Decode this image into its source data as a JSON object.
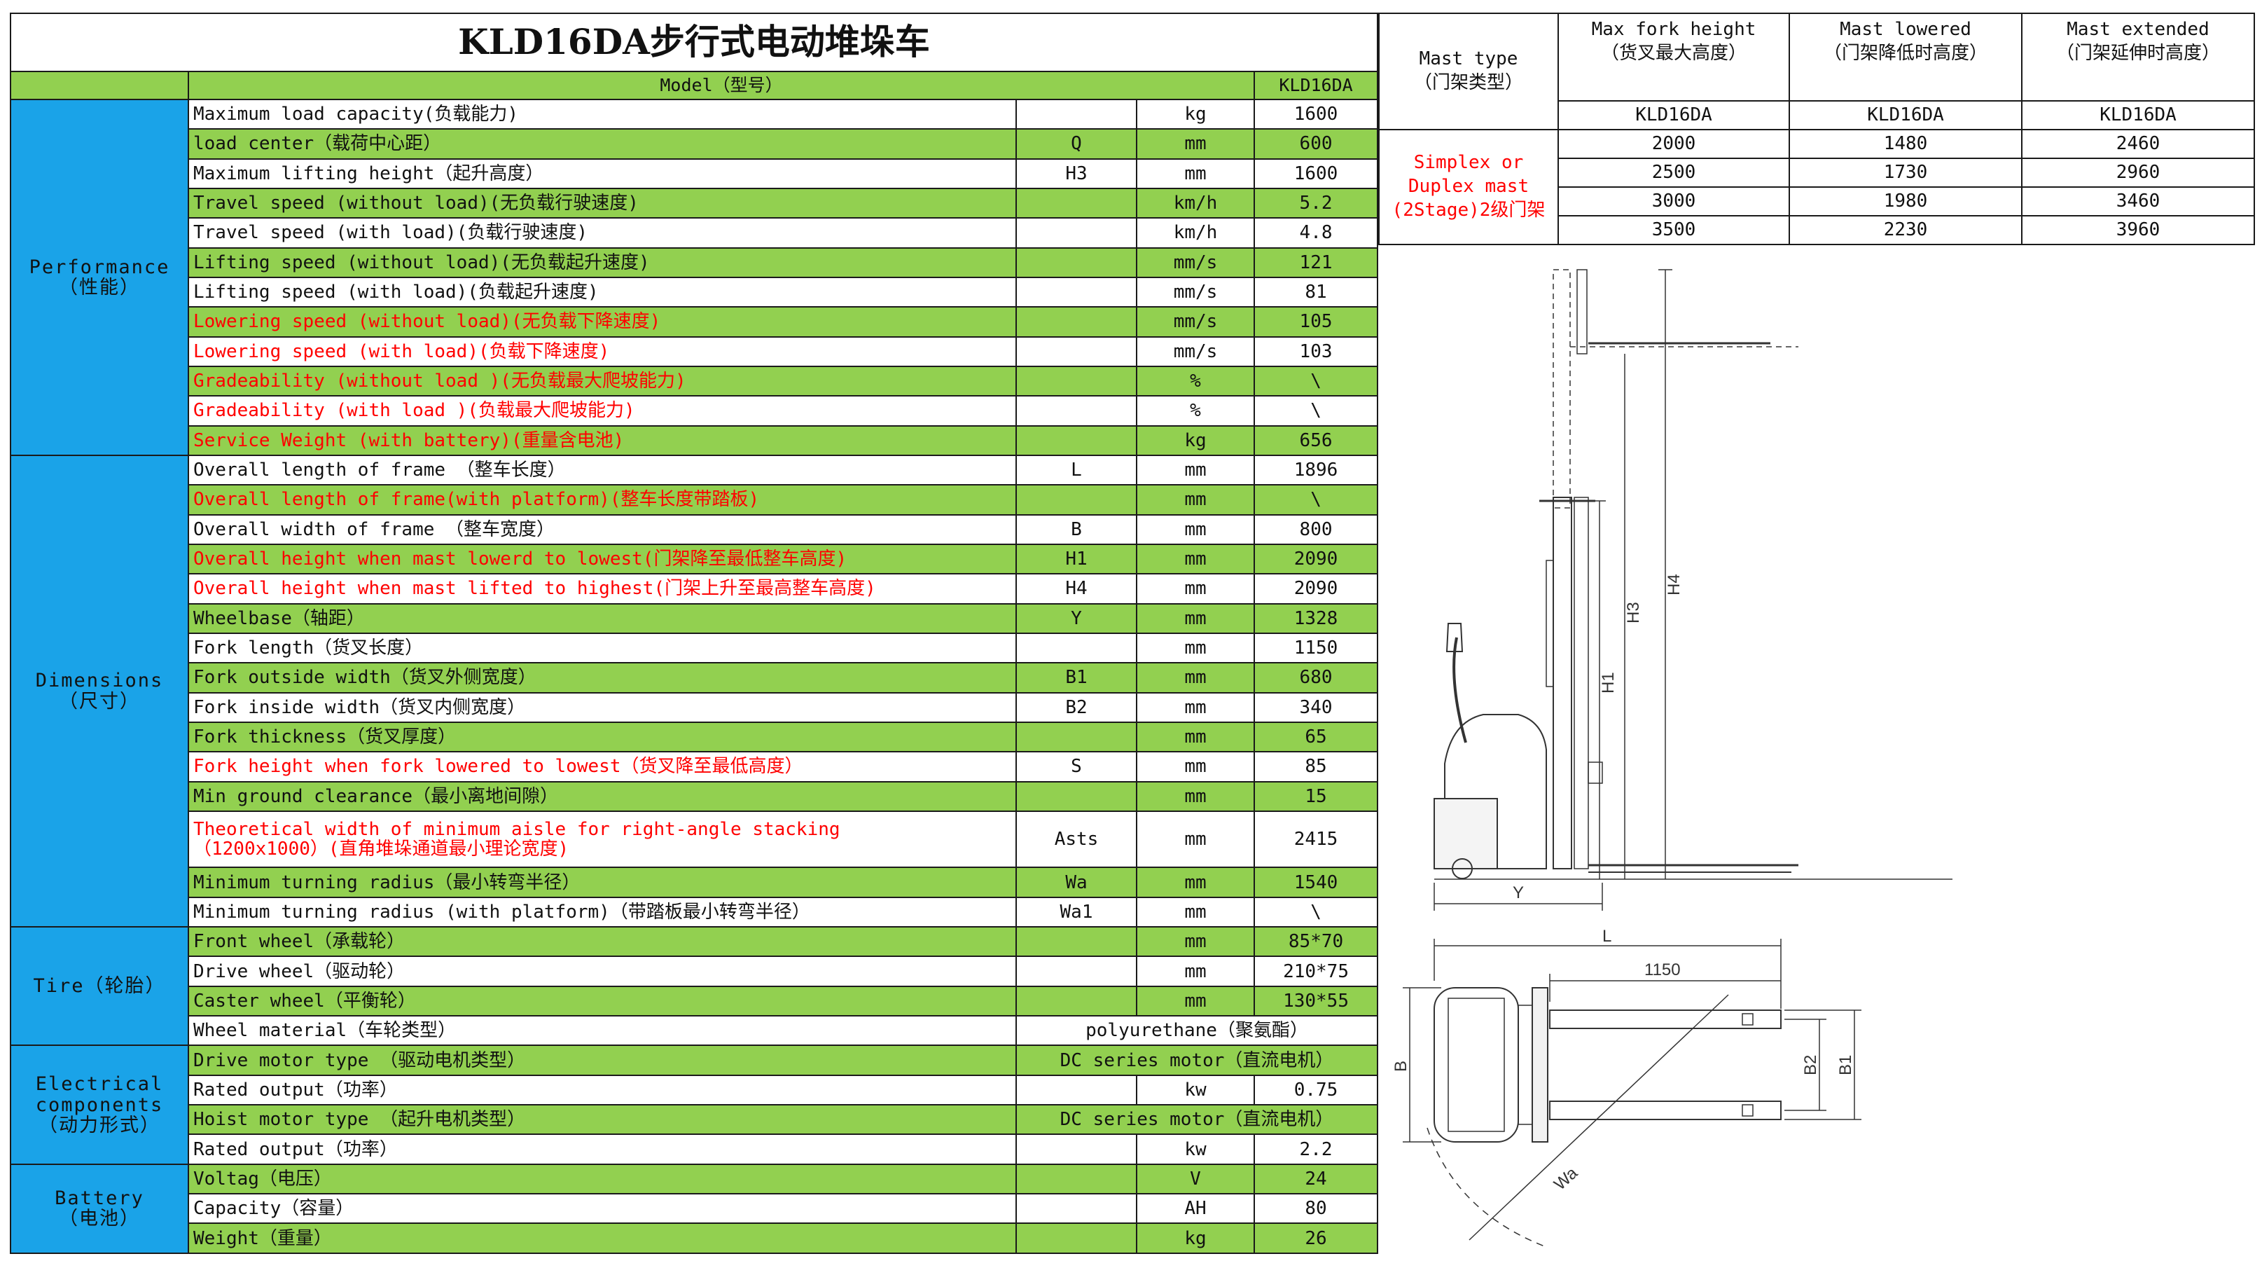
{
  "title": "KLD16DA步行式电动堆垛车",
  "model_row": {
    "label": "Model（型号）",
    "value": "KLD16DA"
  },
  "sections": [
    {
      "category": "Performance\n（性能）",
      "rows": [
        {
          "label": "Maximum load capacity(负载能力)",
          "symbol": "",
          "unit": "kg",
          "value": "1600",
          "red": false,
          "bg": "white"
        },
        {
          "label": "load center（载荷中心距）",
          "symbol": "Q",
          "unit": "mm",
          "value": "600",
          "red": false,
          "bg": "green"
        },
        {
          "label": "Maximum lifting height（起升高度）",
          "symbol": "H3",
          "unit": "mm",
          "value": "1600",
          "red": false,
          "bg": "white"
        },
        {
          "label": "Travel speed (without load)(无负载行驶速度)",
          "symbol": "",
          "unit": "km/h",
          "value": "5.2",
          "red": false,
          "bg": "green"
        },
        {
          "label": "Travel speed (with load)(负载行驶速度)",
          "symbol": "",
          "unit": "km/h",
          "value": "4.8",
          "red": false,
          "bg": "white"
        },
        {
          "label": "Lifting speed (without load)(无负载起升速度)",
          "symbol": "",
          "unit": "mm/s",
          "value": "121",
          "red": false,
          "bg": "green"
        },
        {
          "label": "Lifting speed (with load)(负载起升速度)",
          "symbol": "",
          "unit": "mm/s",
          "value": "81",
          "red": false,
          "bg": "white"
        },
        {
          "label": "Lowering speed (without load)(无负载下降速度)",
          "symbol": "",
          "unit": "mm/s",
          "value": "105",
          "red": true,
          "bg": "green"
        },
        {
          "label": "Lowering speed (with load)(负载下降速度)",
          "symbol": "",
          "unit": "mm/s",
          "value": "103",
          "red": true,
          "bg": "white"
        },
        {
          "label": "Gradeability (without load )(无负载最大爬坡能力)",
          "symbol": "",
          "unit": "%",
          "value": "\\",
          "red": true,
          "bg": "green"
        },
        {
          "label": "Gradeability (with load )(负载最大爬坡能力)",
          "symbol": "",
          "unit": "%",
          "value": "\\",
          "red": true,
          "bg": "white"
        },
        {
          "label": "Service Weight (with battery)(重量含电池)",
          "symbol": "",
          "unit": "kg",
          "value": "656",
          "red": true,
          "bg": "green"
        }
      ]
    },
    {
      "category": "Dimensions\n（尺寸）",
      "rows": [
        {
          "label": "Overall length of frame （整车长度）",
          "symbol": "L",
          "unit": "mm",
          "value": "1896",
          "red": false,
          "bg": "white"
        },
        {
          "label": "Overall length of frame(with platform)(整车长度带踏板)",
          "symbol": "",
          "unit": "mm",
          "value": "\\",
          "red": true,
          "bg": "green"
        },
        {
          "label": "Overall width of frame （整车宽度）",
          "symbol": "B",
          "unit": "mm",
          "value": "800",
          "red": false,
          "bg": "white"
        },
        {
          "label": "Overall height when mast lowerd to lowest(门架降至最低整车高度)",
          "symbol": "H1",
          "unit": "mm",
          "value": "2090",
          "red": true,
          "bg": "green"
        },
        {
          "label": "Overall height when mast lifted to highest(门架上升至最高整车高度)",
          "symbol": "H4",
          "unit": "mm",
          "value": "2090",
          "red": true,
          "bg": "white"
        },
        {
          "label": "Wheelbase（轴距）",
          "symbol": "Y",
          "unit": "mm",
          "value": "1328",
          "red": false,
          "bg": "green"
        },
        {
          "label": "Fork length（货叉长度）",
          "symbol": "",
          "unit": "mm",
          "value": "1150",
          "red": false,
          "bg": "white"
        },
        {
          "label": "Fork outside width（货叉外侧宽度）",
          "symbol": "B1",
          "unit": "mm",
          "value": "680",
          "red": false,
          "bg": "green"
        },
        {
          "label": "Fork inside width（货叉内侧宽度）",
          "symbol": "B2",
          "unit": "mm",
          "value": "340",
          "red": false,
          "bg": "white"
        },
        {
          "label": "Fork thickness（货叉厚度）",
          "symbol": "",
          "unit": "mm",
          "value": "65",
          "red": false,
          "bg": "green"
        },
        {
          "label": "Fork height when fork lowered to lowest（货叉降至最低高度）",
          "symbol": "S",
          "unit": "mm",
          "value": "85",
          "red": true,
          "bg": "white"
        },
        {
          "label": "Min ground clearance（最小离地间隙）",
          "symbol": "",
          "unit": "mm",
          "value": "15",
          "red": false,
          "bg": "green"
        },
        {
          "label": "Theoretical width of minimum  aisle for right-angle  stacking\n（1200x1000）(直角堆垛通道最小理论宽度)",
          "symbol": "Asts",
          "unit": "mm",
          "value": "2415",
          "red": true,
          "bg": "white",
          "tall": true
        },
        {
          "label": "Minimum turning radius（最小转弯半径）",
          "symbol": "Wa",
          "unit": "mm",
          "value": "1540",
          "red": false,
          "bg": "green"
        },
        {
          "label": "Minimum turning radius (with platform)（带踏板最小转弯半径）",
          "symbol": "Wa1",
          "unit": "mm",
          "value": "\\",
          "red": false,
          "bg": "white"
        }
      ]
    },
    {
      "category": "Tire（轮胎）",
      "rows": [
        {
          "label": "Front wheel（承载轮）",
          "symbol": "",
          "unit": "mm",
          "value": "85*70",
          "red": false,
          "bg": "green"
        },
        {
          "label": "Drive wheel（驱动轮）",
          "symbol": "",
          "unit": "mm",
          "value": "210*75",
          "red": false,
          "bg": "white"
        },
        {
          "label": "Caster wheel（平衡轮）",
          "symbol": "",
          "unit": "mm",
          "value": "130*55",
          "red": false,
          "bg": "green"
        },
        {
          "label": "Wheel material（车轮类型）",
          "merged": "polyurethane（聚氨酯）",
          "red": false,
          "bg": "white"
        }
      ]
    },
    {
      "category": "Electrical\ncomponents\n（动力形式）",
      "rows": [
        {
          "label": "Drive motor type （驱动电机类型）",
          "merged": "DC series motor（直流电机）",
          "red": false,
          "bg": "green"
        },
        {
          "label": "Rated output（功率）",
          "symbol": "",
          "unit": "kw",
          "value": "0.75",
          "red": false,
          "bg": "white"
        },
        {
          "label": "Hoist motor type （起升电机类型）",
          "merged": "DC series motor（直流电机）",
          "red": false,
          "bg": "green"
        },
        {
          "label": "Rated output（功率）",
          "symbol": "",
          "unit": "kw",
          "value": "2.2",
          "red": false,
          "bg": "white"
        }
      ]
    },
    {
      "category": "Battery\n（电池）",
      "rows": [
        {
          "label": "Voltag（电压）",
          "symbol": "",
          "unit": "V",
          "value": "24",
          "red": false,
          "bg": "green"
        },
        {
          "label": "Capacity（容量）",
          "symbol": "",
          "unit": "AH",
          "value": "80",
          "red": false,
          "bg": "white"
        },
        {
          "label": "Weight（重量）",
          "symbol": "",
          "unit": "kg",
          "value": "26",
          "red": false,
          "bg": "green"
        }
      ]
    }
  ],
  "mast_table": {
    "headers": [
      "Mast type\n（门架类型）",
      "Max fork height\n（货叉最大高度）",
      "Mast lowered\n（门架降低时高度）",
      "Mast extended\n（门架延伸时高度）"
    ],
    "model_row": [
      "KLD16DA",
      "KLD16DA",
      "KLD16DA"
    ],
    "mast_type": "Simplex or\nDuplex mast\n(2Stage)2级门架",
    "rows": [
      [
        "2000",
        "1480",
        "2460"
      ],
      [
        "2500",
        "1730",
        "2960"
      ],
      [
        "3000",
        "1980",
        "3460"
      ],
      [
        "3500",
        "2230",
        "3960"
      ]
    ]
  },
  "drawing_labels": {
    "side": {
      "h4": "H4",
      "h3": "H3",
      "h1": "H1",
      "y": "Y"
    },
    "top": {
      "l": "L",
      "fork_length": "1150",
      "b": "B",
      "b2": "B2",
      "b1": "B1",
      "wa": "Wa"
    }
  }
}
